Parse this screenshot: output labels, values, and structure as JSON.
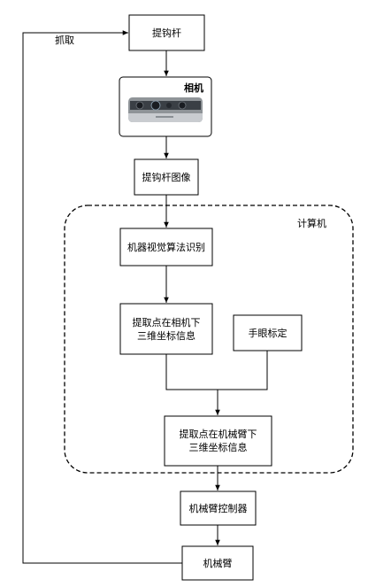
{
  "nodes": {
    "hook_rod": "提钩杆",
    "camera": "相机",
    "hook_rod_image": "提钩杆图像",
    "vision_recognition": "机器视觉算法识别",
    "camera_coords": "提取点在相机下\n三维坐标信息",
    "hand_eye_calibration": "手眼标定",
    "arm_coords": "提取点在机械臂下\n三维坐标信息",
    "arm_controller": "机械臂控制器",
    "robot_arm": "机械臂"
  },
  "group_label": "计算机",
  "feedback_label": "抓取"
}
